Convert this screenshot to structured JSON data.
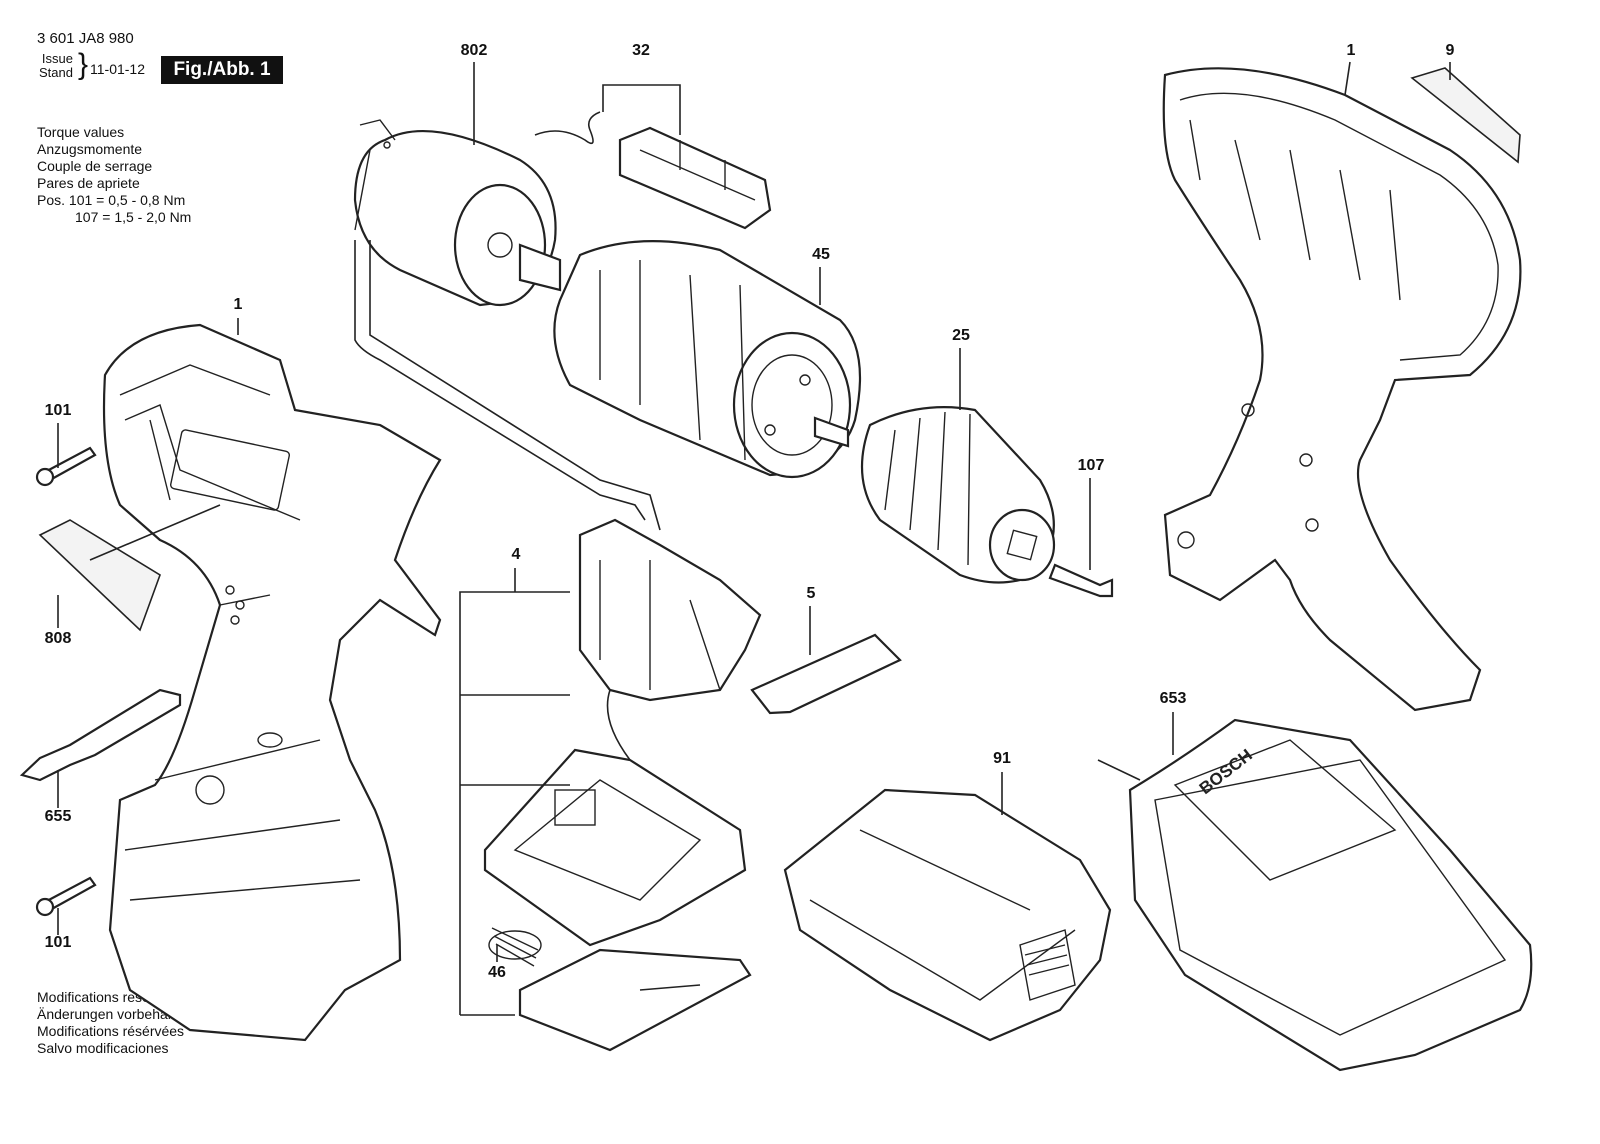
{
  "header": {
    "doc_code": "3 601 JA8 980",
    "issue_label_1": "Issue",
    "issue_label_2": "Stand",
    "issue_date": "11-01-12",
    "figure_label": "Fig./Abb. 1"
  },
  "torque": {
    "lines": [
      "Torque values",
      "Anzugsmomente",
      "Couple de serrage",
      "Pares de apriete"
    ],
    "pos_line": "Pos.  101 =  0,5 - 0,8 Nm",
    "pos_line_2": "107 =  1,5 - 2,0 Nm"
  },
  "modifications": {
    "lines": [
      "Modifications reserved",
      "Änderungen vorbehalten",
      "Modifications résérvées",
      "Salvo modificaciones"
    ]
  },
  "callouts": {
    "c802": "802",
    "c32": "32",
    "c1_right": "1",
    "c9": "9",
    "c45": "45",
    "c25": "25",
    "c1_left": "1",
    "c101_top": "101",
    "c808": "808",
    "c655": "655",
    "c101_bottom": "101",
    "c107": "107",
    "c4": "4",
    "c5": "5",
    "c653": "653",
    "c91": "91",
    "c46": "46"
  },
  "markings": {
    "brand": "BOSCH"
  }
}
